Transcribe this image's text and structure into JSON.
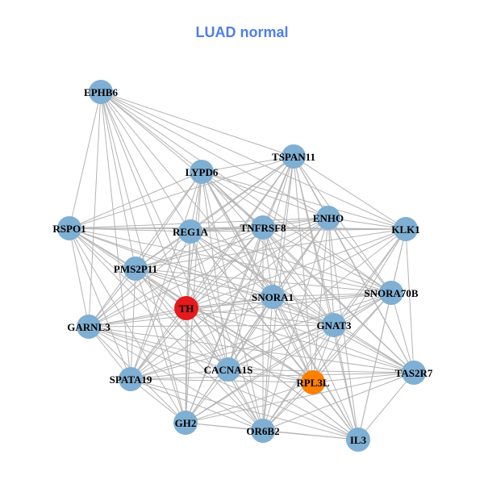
{
  "title": "LUAD normal",
  "colors": {
    "default_node": "#7fafd3",
    "highlight_primary": "#e41a1c",
    "highlight_secondary": "#ff7f00",
    "edge": "#b4b4b4",
    "title": "#4f7ee8"
  },
  "nodes": [
    {
      "id": "EPHB6",
      "label": "EPHB6",
      "type": "default"
    },
    {
      "id": "TSPAN11",
      "label": "TSPAN11",
      "type": "default"
    },
    {
      "id": "LYPD6",
      "label": "LYPD6",
      "type": "default"
    },
    {
      "id": "RSPO1",
      "label": "RSPO1",
      "type": "default"
    },
    {
      "id": "REG1A",
      "label": "REG1A",
      "type": "default"
    },
    {
      "id": "TNFRSF8",
      "label": "TNFRSF8",
      "type": "default"
    },
    {
      "id": "ENHO",
      "label": "ENHO",
      "type": "default"
    },
    {
      "id": "KLK1",
      "label": "KLK1",
      "type": "default"
    },
    {
      "id": "PMS2P11",
      "label": "PMS2P11",
      "type": "default"
    },
    {
      "id": "SNORA1",
      "label": "SNORA1",
      "type": "default"
    },
    {
      "id": "SNORA70B",
      "label": "SNORA70B",
      "type": "default"
    },
    {
      "id": "TH",
      "label": "TH",
      "type": "highlight_primary"
    },
    {
      "id": "GARNL3",
      "label": "GARNL3",
      "type": "default"
    },
    {
      "id": "GNAT3",
      "label": "GNAT3",
      "type": "default"
    },
    {
      "id": "SPATA19",
      "label": "SPATA19",
      "type": "default"
    },
    {
      "id": "CACNA1S",
      "label": "CACNA1S",
      "type": "default"
    },
    {
      "id": "RPL3L",
      "label": "RPL3L",
      "type": "highlight_secondary"
    },
    {
      "id": "TAS2R7",
      "label": "TAS2R7",
      "type": "default"
    },
    {
      "id": "GH2",
      "label": "GH2",
      "type": "default"
    },
    {
      "id": "OR6B2",
      "label": "OR6B2",
      "type": "default"
    },
    {
      "id": "IL3",
      "label": "IL3",
      "type": "default"
    }
  ],
  "edges": "all-pairs-dense"
}
